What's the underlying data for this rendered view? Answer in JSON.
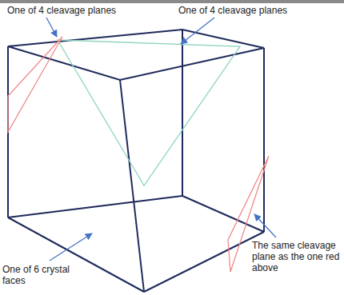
{
  "diagram": {
    "labels": [
      "One of 4 cleavage planes",
      "One of 4 cleavage planes",
      "One of 6 crystal faces",
      "The same cleavage plane as the one red above"
    ]
  }
}
